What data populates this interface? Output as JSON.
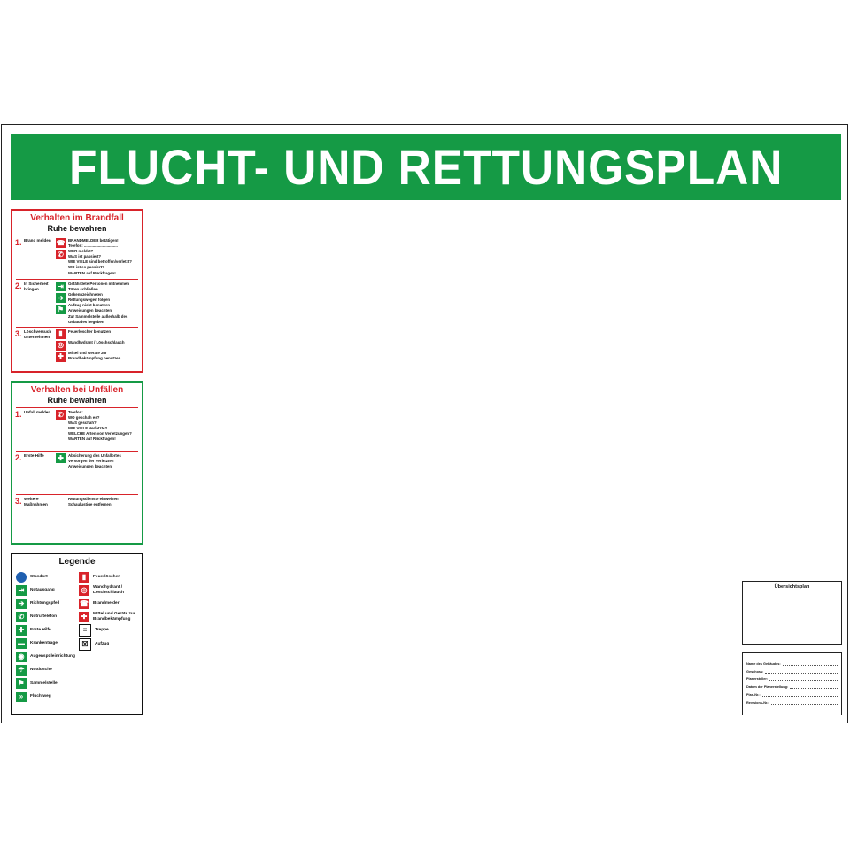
{
  "title": "FLUCHT- UND RETTUNGSPLAN",
  "colors": {
    "green": "#159a45",
    "red": "#d8232a",
    "blue": "#1f5fb0"
  },
  "fire": {
    "title": "Verhalten im Brandfall",
    "subtitle": "Ruhe bewahren",
    "steps": [
      {
        "num": "1.",
        "name": "Brand melden",
        "icons": [
          "fire-alarm-icon",
          "phone-icon"
        ],
        "lines": [
          "BRANDMELDER betätigen!",
          "Telefon: ...............................",
          "WER meldet?",
          "WAS ist passiert?",
          "WIE VIELE sind betroffen/verletzt?",
          "WO ist es passiert?",
          "WARTEN auf Rückfragen!"
        ]
      },
      {
        "num": "2.",
        "name": "In Sicherheit bringen",
        "icons": [
          "emergency-exit-icon",
          "arrow-right-icon",
          "assembly-point-icon"
        ],
        "lines": [
          "Gefährdete Personen mitnehmen",
          "Türen schließen",
          "Gekennzeichneten",
          "Rettungswegen folgen",
          "Aufzug nicht benutzen",
          "Anweisungen beachten",
          "Zur Sammelstelle außerhalb des",
          "Gebäudes begeben"
        ]
      },
      {
        "num": "3.",
        "name": "Löschversuch unternehmen",
        "icons": [
          "fire-extinguisher-icon",
          "fire-hose-icon",
          "firefighting-equipment-icon"
        ],
        "lines": [
          "Feuerlöscher benutzen",
          "",
          "Wandhydrant / Löschschlauch",
          "",
          "Mittel und Geräte zur",
          "Brandbekämpfung benutzen"
        ]
      }
    ]
  },
  "accident": {
    "title": "Verhalten bei Unfällen",
    "subtitle": "Ruhe bewahren",
    "steps": [
      {
        "num": "1.",
        "name": "Unfall melden",
        "icons": [
          "phone-icon"
        ],
        "lines": [
          "Telefon: ...............................",
          "WO geschah es?",
          "WAS geschah?",
          "WIE VIELE Verletzte?",
          "WELCHE Arten von Verletzungen?",
          "WARTEN auf Rückfragen!"
        ]
      },
      {
        "num": "2.",
        "name": "Erste Hilfe",
        "icons": [
          "first-aid-icon"
        ],
        "lines": [
          "Absicherung des Unfallortes",
          "Versorgen der Verletzten",
          "Anweisungen beachten"
        ]
      },
      {
        "num": "3.",
        "name": "Weitere Maßnahmen",
        "icons": [],
        "lines": [
          "Rettungsdienste einweisen",
          "Schaulustige entfernen"
        ]
      }
    ]
  },
  "legend": {
    "title": "Legende",
    "left": [
      {
        "icon": "you-are-here-icon",
        "label": "Standort"
      },
      {
        "icon": "emergency-exit-icon",
        "label": "Notausgang"
      },
      {
        "icon": "arrow-right-icon",
        "label": "Richtungspfeil"
      },
      {
        "icon": "emergency-phone-icon",
        "label": "Notruftelefon"
      },
      {
        "icon": "first-aid-icon",
        "label": "Erste Hilfe"
      },
      {
        "icon": "stretcher-icon",
        "label": "Krankentrage"
      },
      {
        "icon": "eyewash-icon",
        "label": "Augenspüleinrichtung"
      },
      {
        "icon": "emergency-shower-icon",
        "label": "Notdusche"
      },
      {
        "icon": "assembly-point-icon",
        "label": "Sammelstelle"
      },
      {
        "icon": "escape-route-icon",
        "label": "Fluchtweg"
      }
    ],
    "right": [
      {
        "icon": "fire-extinguisher-icon",
        "label": "Feuerlöscher"
      },
      {
        "icon": "fire-hose-icon",
        "label": "Wandhydrant / Löschschlauch"
      },
      {
        "icon": "fire-alarm-icon",
        "label": "Brandmelder"
      },
      {
        "icon": "firefighting-equipment-icon",
        "label": "Mittel und Geräte zur Brandbekämpfung"
      },
      {
        "icon": "stairs-icon",
        "label": "Treppe"
      },
      {
        "icon": "elevator-icon",
        "label": "Aufzug"
      }
    ]
  },
  "overview": {
    "title": "Übersichtsplan"
  },
  "info": {
    "rows": [
      "Name des Gebäudes:",
      "Geschoss:",
      "Planersteller:",
      "Datum der Planerstellung:",
      "Plan-Nr.:",
      "Revisions-Nr.:"
    ]
  }
}
